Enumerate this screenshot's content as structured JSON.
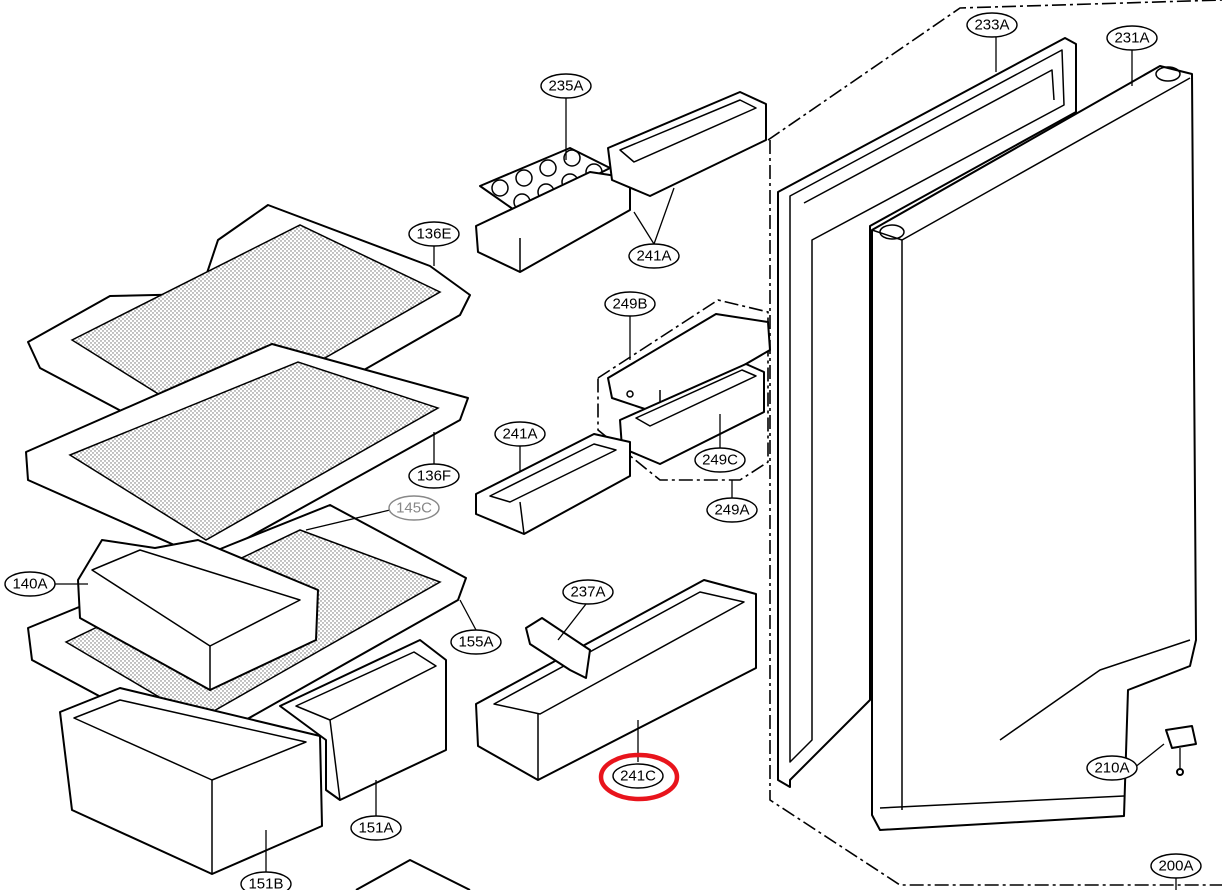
{
  "callouts": [
    {
      "id": "233A",
      "label": "233A"
    },
    {
      "id": "231A",
      "label": "231A"
    },
    {
      "id": "235A",
      "label": "235A"
    },
    {
      "id": "136E",
      "label": "136E"
    },
    {
      "id": "241A_top",
      "label": "241A"
    },
    {
      "id": "249B",
      "label": "249B"
    },
    {
      "id": "241A_mid",
      "label": "241A"
    },
    {
      "id": "136F",
      "label": "136F"
    },
    {
      "id": "249C",
      "label": "249C"
    },
    {
      "id": "145C",
      "label": "145C"
    },
    {
      "id": "249A",
      "label": "249A"
    },
    {
      "id": "140A",
      "label": "140A"
    },
    {
      "id": "237A",
      "label": "237A"
    },
    {
      "id": "155A",
      "label": "155A"
    },
    {
      "id": "241C",
      "label": "241C"
    },
    {
      "id": "210A",
      "label": "210A"
    },
    {
      "id": "151A",
      "label": "151A"
    },
    {
      "id": "151B",
      "label": "151B"
    },
    {
      "id": "200A",
      "label": "200A"
    }
  ],
  "highlight": {
    "target": "241C",
    "color": "#e8141c"
  }
}
